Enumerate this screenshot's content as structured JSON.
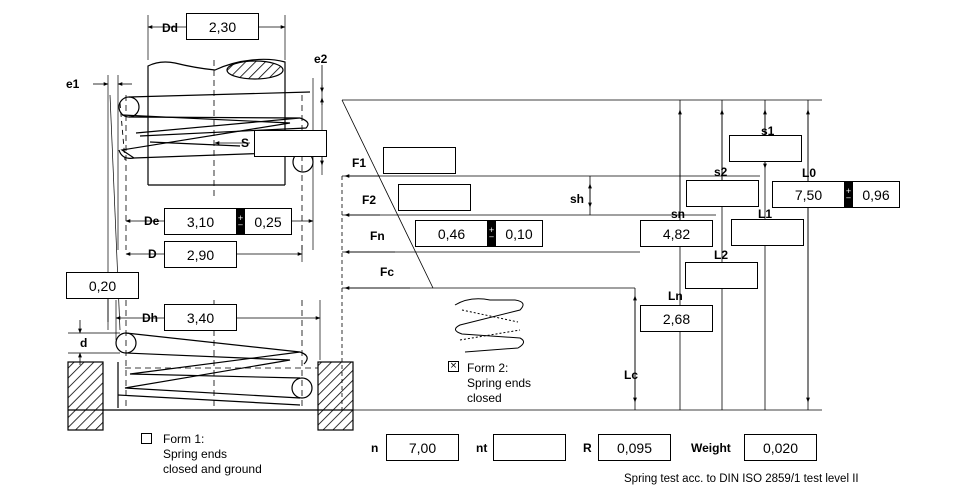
{
  "labels": {
    "dd": "Dd",
    "e1": "e1",
    "e2": "e2",
    "s": "S",
    "f1": "F1",
    "f2": "F2",
    "fn": "Fn",
    "fc": "Fc",
    "sh": "sh",
    "s1": "s1",
    "s2": "s2",
    "sn": "sn",
    "l0": "L0",
    "l1": "L1",
    "l2": "L2",
    "ln": "Ln",
    "lc": "Lc",
    "de": "De",
    "d_big": "D",
    "dh": "Dh",
    "d_small": "d",
    "n": "n",
    "nt": "nt",
    "r": "R",
    "weight": "Weight"
  },
  "fields": {
    "dd": "2,30",
    "s": "",
    "f1": "",
    "f2": "",
    "fn": "0,46",
    "fn_tol": "0,10",
    "s1": "",
    "s2": "",
    "l0": "7,50",
    "l0_tol": "0,96",
    "sn": "4,82",
    "l1": "",
    "l2": "",
    "ln": "2,68",
    "de": "3,10",
    "de_tol": "0,25",
    "d": "2,90",
    "e": "0,20",
    "dh": "3,40",
    "n": "7,00",
    "nt": "",
    "r": "0,095",
    "weight": "0,020"
  },
  "forms": {
    "form1_line1": "Form 1:",
    "form1_line2": "Spring ends",
    "form1_line3": "closed and ground",
    "form1_checked": false,
    "form2_line1": "Form 2:",
    "form2_line2": "Spring ends",
    "form2_line3": "closed",
    "form2_checked": true,
    "form2_mark": "×"
  },
  "footer": "Spring test acc. to DIN ISO 2859/1 test level II",
  "icons": {
    "tolerance_toggle": "plus-minus-toggle-icon"
  }
}
